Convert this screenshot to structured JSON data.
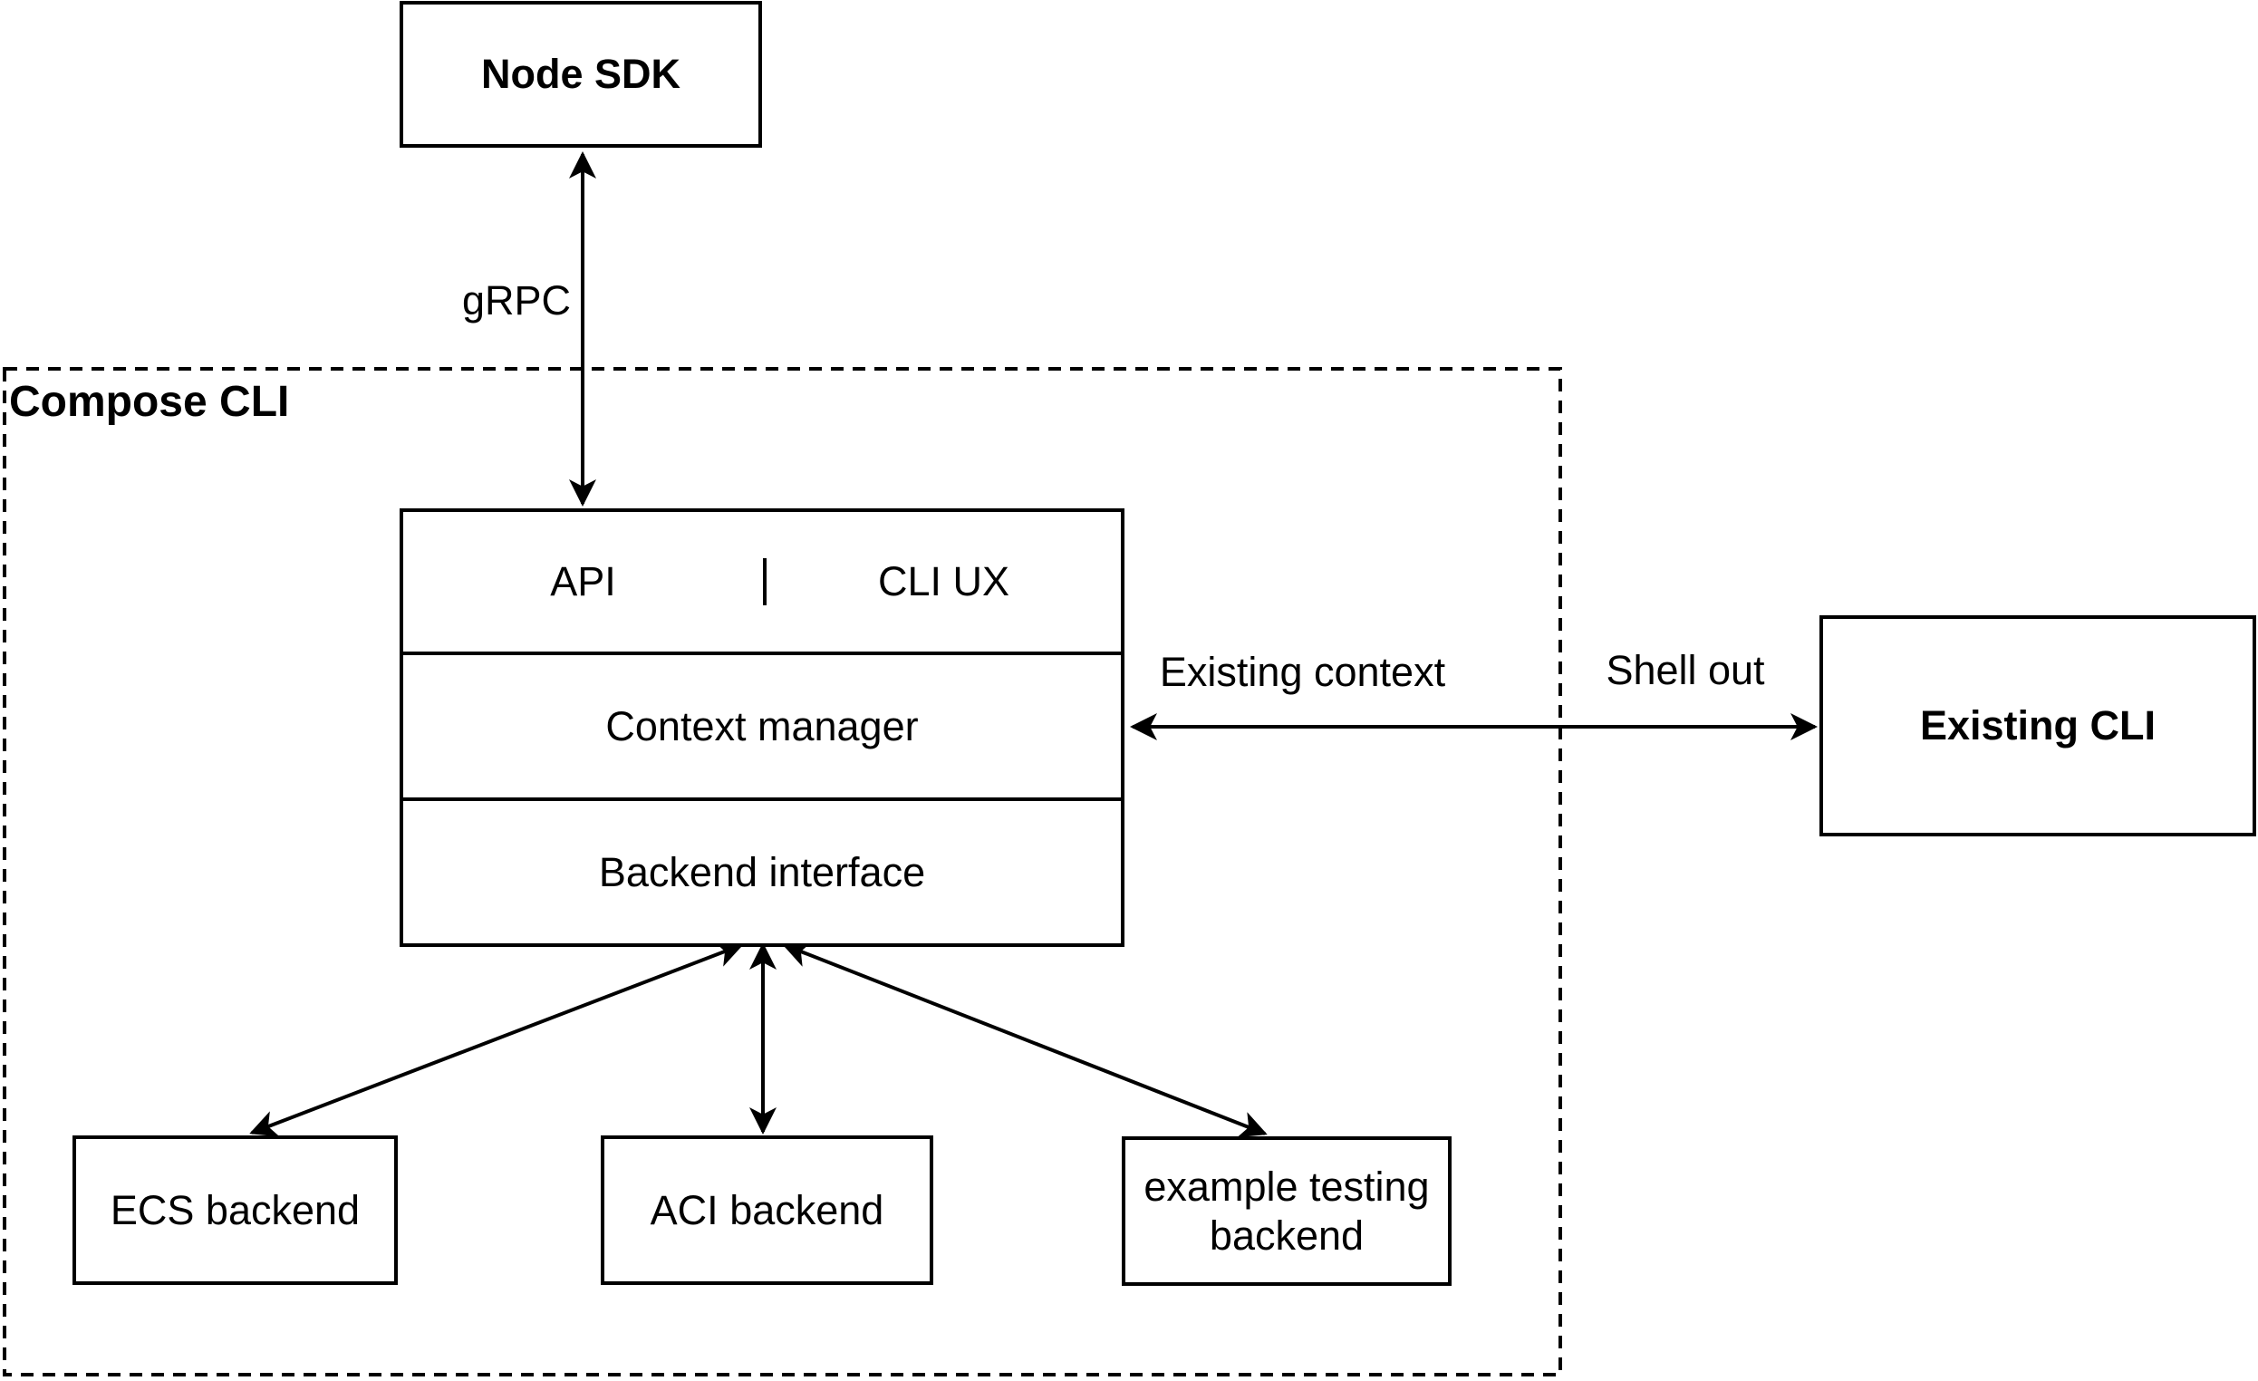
{
  "canvas": {
    "background_color": "#ffffff",
    "ink_color": "#000000"
  },
  "group": {
    "compose_cli_label": "Compose CLI"
  },
  "nodes": {
    "node_sdk": "Node SDK",
    "api": "API",
    "cli_ux": "CLI UX",
    "context_manager": "Context manager",
    "backend_interface": "Backend interface",
    "ecs_backend": "ECS backend",
    "aci_backend": "ACI backend",
    "example_testing_backend": "example testing backend",
    "existing_cli": "Existing CLI"
  },
  "edge_labels": {
    "grpc": "gRPC",
    "existing_context": "Existing context",
    "shell_out": "Shell out"
  }
}
